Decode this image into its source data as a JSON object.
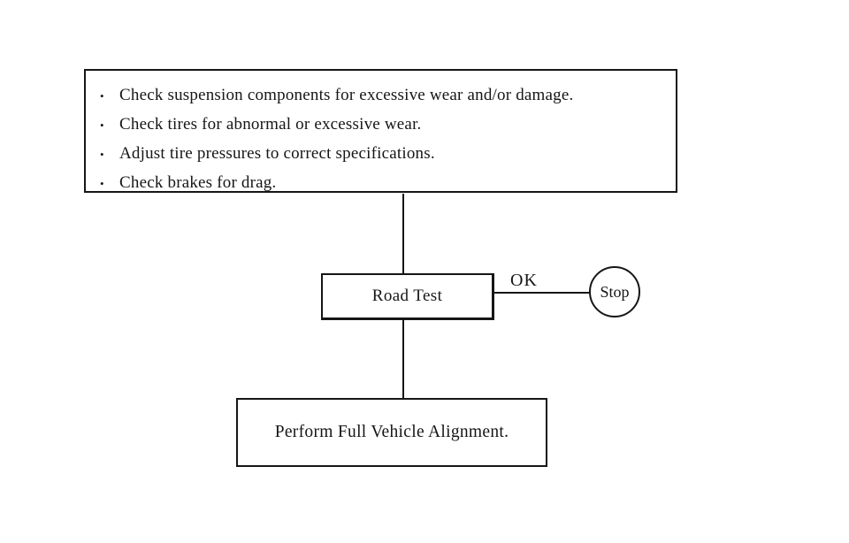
{
  "colors": {
    "ink": "#161616",
    "background": "#ffffff"
  },
  "checklist": {
    "bullet": "•",
    "items": [
      "Check suspension components for excessive wear and/or damage.",
      "Check tires for abnormal or excessive wear.",
      "Adjust tire pressures to correct specifications.",
      "Check brakes for drag."
    ]
  },
  "flow": {
    "road_test_label": "Road Test",
    "ok_label": "OK",
    "stop_label": "Stop",
    "alignment_label": "Perform Full Vehicle Alignment."
  }
}
